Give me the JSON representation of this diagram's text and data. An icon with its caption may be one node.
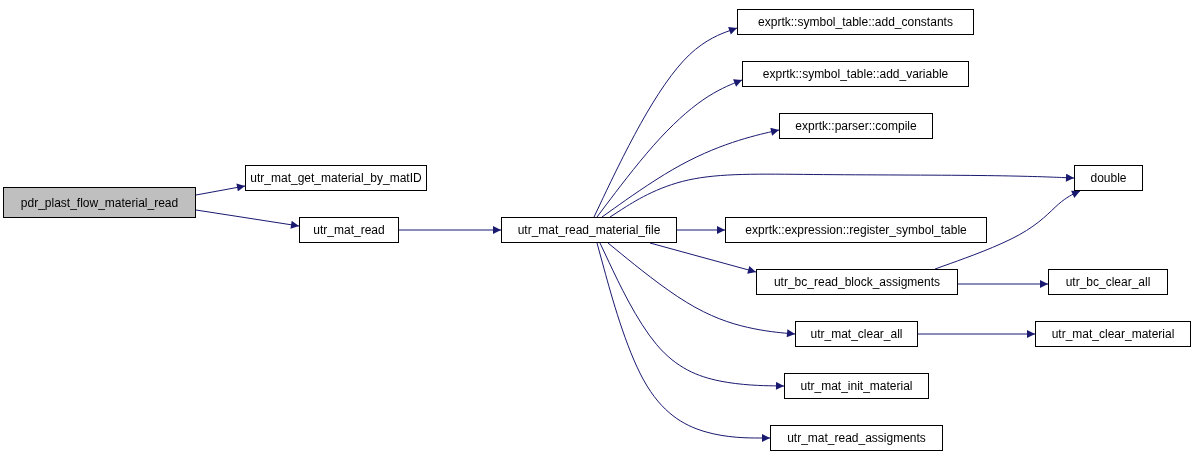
{
  "diagram": {
    "nodes": [
      {
        "text": [
          "pdr_plast_flow_material_read"
        ]
      },
      {
        "text": [
          "utr_mat_get_material_by_matID"
        ]
      },
      {
        "text": [
          "utr_mat_read"
        ]
      },
      {
        "text": [
          "utr_mat_read_material_file"
        ]
      },
      {
        "text": [
          "exprtk::symbol_table::add_constants"
        ]
      },
      {
        "text": [
          "exprtk::symbol_table::add_variable"
        ]
      },
      {
        "text": [
          "exprtk::parser::compile"
        ]
      },
      {
        "text": [
          "double"
        ]
      },
      {
        "text": [
          "exprtk::expression::register_symbol_table"
        ]
      },
      {
        "text": [
          "utr_bc_read_block_assigments"
        ]
      },
      {
        "text": [
          "utr_bc_clear_all"
        ]
      },
      {
        "text": [
          "utr_mat_clear_all"
        ]
      },
      {
        "text": [
          "utr_mat_clear_material"
        ]
      },
      {
        "text": [
          "utr_mat_init_material"
        ]
      },
      {
        "text": [
          "utr_mat_read_assigments"
        ]
      }
    ],
    "edges": [
      {
        "from": 0,
        "to": 1,
        "arrow": "to"
      },
      {
        "from": 0,
        "to": 2,
        "arrow": "to"
      },
      {
        "from": 2,
        "to": 3,
        "arrow": "to"
      },
      {
        "from": 3,
        "to": 4,
        "arrow": "to"
      },
      {
        "from": 3,
        "to": 5,
        "arrow": "to"
      },
      {
        "from": 3,
        "to": 6,
        "arrow": "to"
      },
      {
        "from": 3,
        "to": 7,
        "arrow": "to"
      },
      {
        "from": 3,
        "to": 8,
        "arrow": "to"
      },
      {
        "from": 3,
        "to": 9,
        "arrow": "to"
      },
      {
        "from": 3,
        "to": 11,
        "arrow": "to"
      },
      {
        "from": 3,
        "to": 13,
        "arrow": "to"
      },
      {
        "from": 3,
        "to": 14,
        "arrow": "to"
      },
      {
        "from": 9,
        "to": 7,
        "arrow": "to"
      },
      {
        "from": 9,
        "to": 10,
        "arrow": "to"
      },
      {
        "from": 11,
        "to": 12,
        "arrow": "to"
      }
    ]
  }
}
